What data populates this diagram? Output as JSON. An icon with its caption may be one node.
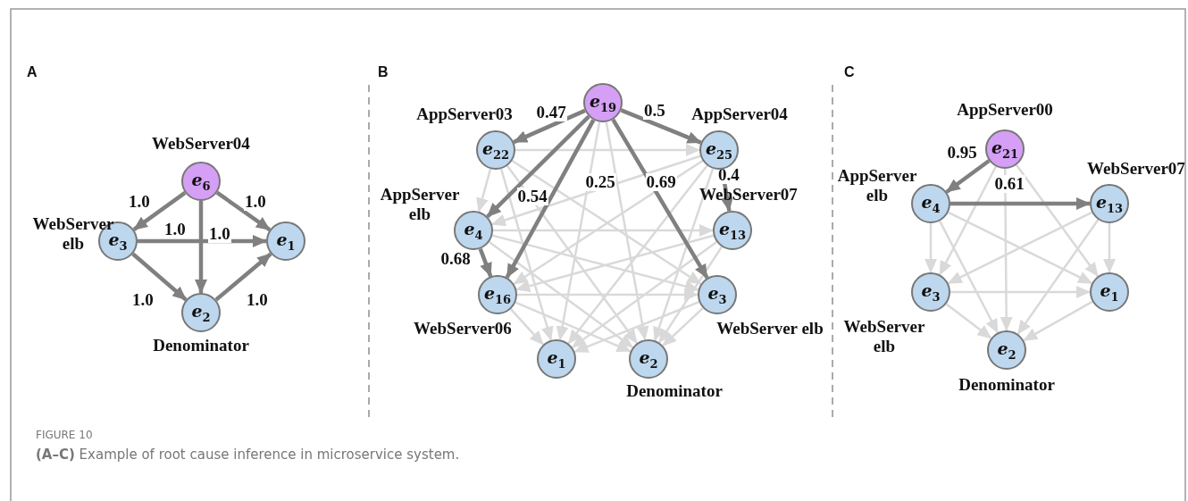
{
  "diagram": {
    "title": "FIGURE 10",
    "caption": "**(A–C)** Example of root cause inference in microservice system.",
    "nodes": [
      {
        "text": [
          "*e*$_{6}$"
        ],
        "beside": [
          "WebServer04"
        ]
      },
      {
        "text": [
          "*e*$_{3}$"
        ],
        "beside": [
          "WebServer elb"
        ]
      },
      {
        "text": [
          "*e*$_{1}$"
        ]
      },
      {
        "text": [
          "*e*$_{2}$"
        ],
        "beside": [
          "Denominator"
        ]
      },
      {
        "text": [
          "*e*$_{19}$"
        ]
      },
      {
        "text": [
          "*e*$_{22}$"
        ],
        "beside": [
          "AppServer03"
        ]
      },
      {
        "text": [
          "*e*$_{25}$"
        ],
        "beside": [
          "AppServer04"
        ]
      },
      {
        "text": [
          "*e*$_{4}$"
        ],
        "beside": [
          "AppServer elb"
        ]
      },
      {
        "text": [
          "*e*$_{13}$"
        ],
        "beside": [
          "WebServer07"
        ]
      },
      {
        "text": [
          "*e*$_{16}$"
        ],
        "beside": [
          "WebServer06"
        ]
      },
      {
        "text": [
          "*e*$_{3}$"
        ],
        "beside": [
          "WebServer elb"
        ]
      },
      {
        "text": [
          "*e*$_{1}$"
        ]
      },
      {
        "text": [
          "*e*$_{2}$"
        ],
        "beside": [
          "Denominator"
        ]
      },
      {
        "text": [
          "*e*$_{21}$"
        ],
        "beside": [
          "AppServer00"
        ]
      },
      {
        "text": [
          "*e*$_{4}$"
        ],
        "beside": [
          "AppServer elb"
        ]
      },
      {
        "text": [
          "*e*$_{13}$"
        ],
        "beside": [
          "WebServer07"
        ]
      },
      {
        "text": [
          "*e*$_{3}$"
        ],
        "beside": [
          "WebServer elb"
        ]
      },
      {
        "text": [
          "*e*$_{1}$"
        ]
      },
      {
        "text": [
          "*e*$_{2}$"
        ],
        "beside": [
          "Denominator"
        ]
      }
    ],
    "edges": [
      {
        "from": 0,
        "to": 1,
        "arrow": "to",
        "label": "1.0",
        "style": "thick",
        "color": "#808080"
      },
      {
        "from": 0,
        "to": 2,
        "arrow": "to",
        "label": "1.0",
        "style": "thick",
        "color": "#808080"
      },
      {
        "from": 0,
        "to": 3,
        "arrow": "to",
        "label": "1.0",
        "style": "thick",
        "color": "#808080"
      },
      {
        "from": 1,
        "to": 2,
        "arrow": "to",
        "label": "1.0",
        "style": "thick",
        "color": "#808080"
      },
      {
        "from": 1,
        "to": 3,
        "arrow": "to",
        "label": "1.0",
        "style": "thick",
        "color": "#808080"
      },
      {
        "from": 3,
        "to": 2,
        "arrow": "to",
        "label": "1.0",
        "style": "thick",
        "color": "#808080"
      },
      {
        "from": 4,
        "to": 5,
        "arrow": "to",
        "label": "0.47",
        "style": "thick",
        "color": "#808080"
      },
      {
        "from": 4,
        "to": 6,
        "arrow": "to",
        "label": "0.5",
        "style": "thick",
        "color": "#808080"
      },
      {
        "from": 4,
        "to": 7,
        "arrow": "to",
        "label": "0.54",
        "style": "thick",
        "color": "#808080"
      },
      {
        "from": 4,
        "to": 9,
        "arrow": "to",
        "label": "0.25",
        "style": "thick",
        "color": "#808080"
      },
      {
        "from": 4,
        "to": 10,
        "arrow": "to",
        "label": "0.69",
        "style": "thick",
        "color": "#808080"
      },
      {
        "from": 6,
        "to": 8,
        "arrow": "to",
        "label": "0.4",
        "style": "thick",
        "color": "#808080"
      },
      {
        "from": 7,
        "to": 9,
        "arrow": "to",
        "label": "0.68",
        "style": "thick",
        "color": "#808080"
      },
      {
        "from": 5,
        "to": 7,
        "arrow": "to"
      },
      {
        "from": 5,
        "to": 6,
        "arrow": "to"
      },
      {
        "from": 5,
        "to": 11,
        "arrow": "to"
      },
      {
        "from": 5,
        "to": 12,
        "arrow": "to"
      },
      {
        "from": 5,
        "to": 10,
        "arrow": "to"
      },
      {
        "from": 6,
        "to": 7,
        "arrow": "to"
      },
      {
        "from": 6,
        "to": 9,
        "arrow": "to"
      },
      {
        "from": 6,
        "to": 11,
        "arrow": "to"
      },
      {
        "from": 6,
        "to": 12,
        "arrow": "to"
      },
      {
        "from": 7,
        "to": 8,
        "arrow": "to"
      },
      {
        "from": 7,
        "to": 10,
        "arrow": "to"
      },
      {
        "from": 7,
        "to": 12,
        "arrow": "to"
      },
      {
        "from": 8,
        "to": 9,
        "arrow": "to"
      },
      {
        "from": 8,
        "to": 11,
        "arrow": "to"
      },
      {
        "from": 8,
        "to": 12,
        "arrow": "to"
      },
      {
        "from": 9,
        "to": 10,
        "arrow": "to"
      },
      {
        "from": 9,
        "to": 11,
        "arrow": "to"
      },
      {
        "from": 9,
        "to": 12,
        "arrow": "to"
      },
      {
        "from": 10,
        "to": 11,
        "arrow": "to"
      },
      {
        "from": 10,
        "to": 12,
        "arrow": "to"
      },
      {
        "from": 4,
        "to": 11,
        "arrow": "to"
      },
      {
        "from": 4,
        "to": 12,
        "arrow": "to"
      },
      {
        "from": 13,
        "to": 14,
        "arrow": "to",
        "label": "0.95",
        "style": "thick",
        "color": "#808080"
      },
      {
        "from": 14,
        "to": 15,
        "arrow": "to",
        "label": "0.61",
        "style": "thick",
        "color": "#808080"
      },
      {
        "from": 13,
        "to": 16,
        "arrow": "to"
      },
      {
        "from": 13,
        "to": 18,
        "arrow": "to"
      },
      {
        "from": 13,
        "to": 17,
        "arrow": "to"
      },
      {
        "from": 14,
        "to": 16,
        "arrow": "to"
      },
      {
        "from": 14,
        "to": 18,
        "arrow": "to"
      },
      {
        "from": 14,
        "to": 17,
        "arrow": "to"
      },
      {
        "from": 15,
        "to": 16,
        "arrow": "to"
      },
      {
        "from": 15,
        "to": 18,
        "arrow": "to"
      },
      {
        "from": 15,
        "to": 17,
        "arrow": "to"
      },
      {
        "from": 16,
        "to": 17,
        "arrow": "to"
      },
      {
        "from": 16,
        "to": 18,
        "arrow": "to"
      },
      {
        "from": 17,
        "to": 18,
        "arrow": "to"
      }
    ],
    "labels": [
      "A",
      "B",
      "C"
    ]
  }
}
